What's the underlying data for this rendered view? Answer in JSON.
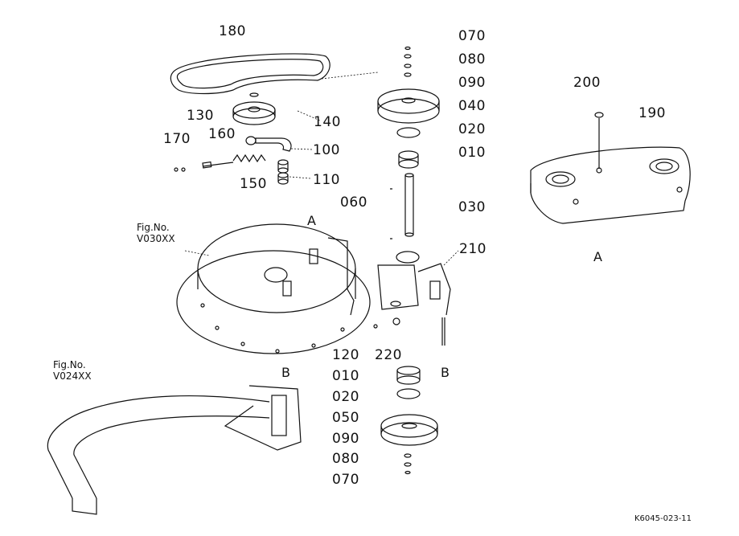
{
  "labels": {
    "p180": "180",
    "p130": "130",
    "p160": "160",
    "p170": "170",
    "p140": "140",
    "p100": "100",
    "p110": "110",
    "p150": "150",
    "p070_top": "070",
    "p080_top": "080",
    "p090_top": "090",
    "p040": "040",
    "p020_top": "020",
    "p010_top": "010",
    "p060": "060",
    "p030": "030",
    "p210": "210",
    "p200": "200",
    "p190": "190",
    "p120": "120",
    "p220": "220",
    "p010_bot": "010",
    "p020_bot": "020",
    "p050": "050",
    "p090_bot": "090",
    "p080_bot": "080",
    "p070_bot": "070"
  },
  "refs": {
    "fig_v030_line1": "Fig.No.",
    "fig_v030_line2": "V030XX",
    "fig_v024_line1": "Fig.No.",
    "fig_v024_line2": "V024XX",
    "view_a_main": "A",
    "view_a_detail": "A",
    "view_b_frame": "B",
    "view_b_pulley": "B"
  },
  "drawing_code": "K6045-023-11"
}
